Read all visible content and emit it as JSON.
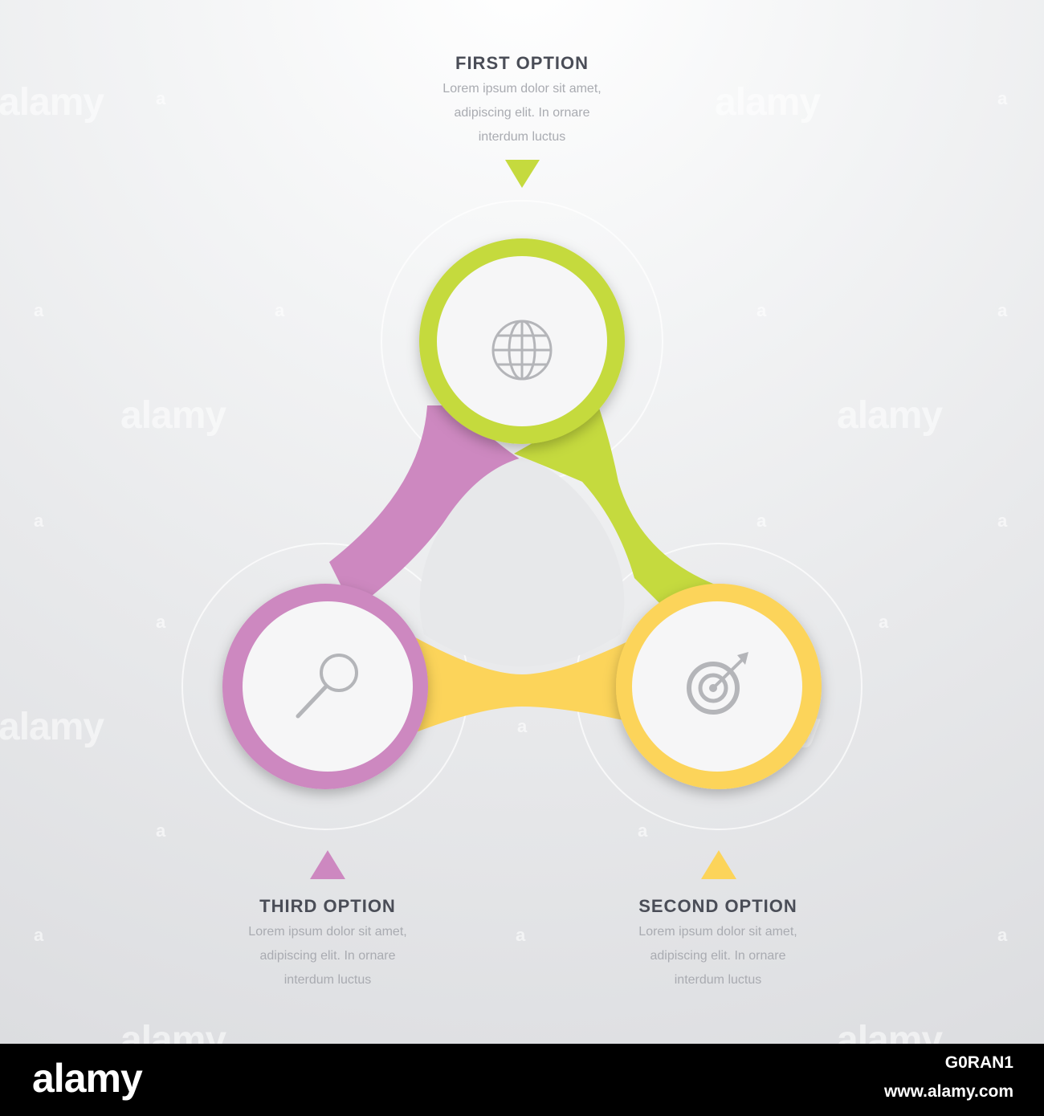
{
  "options": {
    "first": {
      "title": "FIRST OPTION",
      "desc": [
        "Lorem ipsum dolor sit amet,",
        "adipiscing elit. In ornare",
        "interdum luctus"
      ],
      "color": "#c5da3e",
      "icon": "globe-icon"
    },
    "second": {
      "title": "SECOND OPTION",
      "desc": [
        "Lorem ipsum dolor sit amet,",
        "adipiscing elit. In ornare",
        "interdum luctus"
      ],
      "color": "#fcd45a",
      "icon": "target-icon"
    },
    "third": {
      "title": "THIRD OPTION",
      "desc": [
        "Lorem ipsum dolor sit amet,",
        "adipiscing elit. In ornare",
        "interdum luctus"
      ],
      "color": "#cd88c0",
      "icon": "magnifier-icon"
    }
  },
  "watermark": {
    "text": "alamy",
    "letter": "a"
  },
  "footer": {
    "logo": "alamy",
    "image_id": "G0RAN1",
    "url": "www.alamy.com"
  }
}
